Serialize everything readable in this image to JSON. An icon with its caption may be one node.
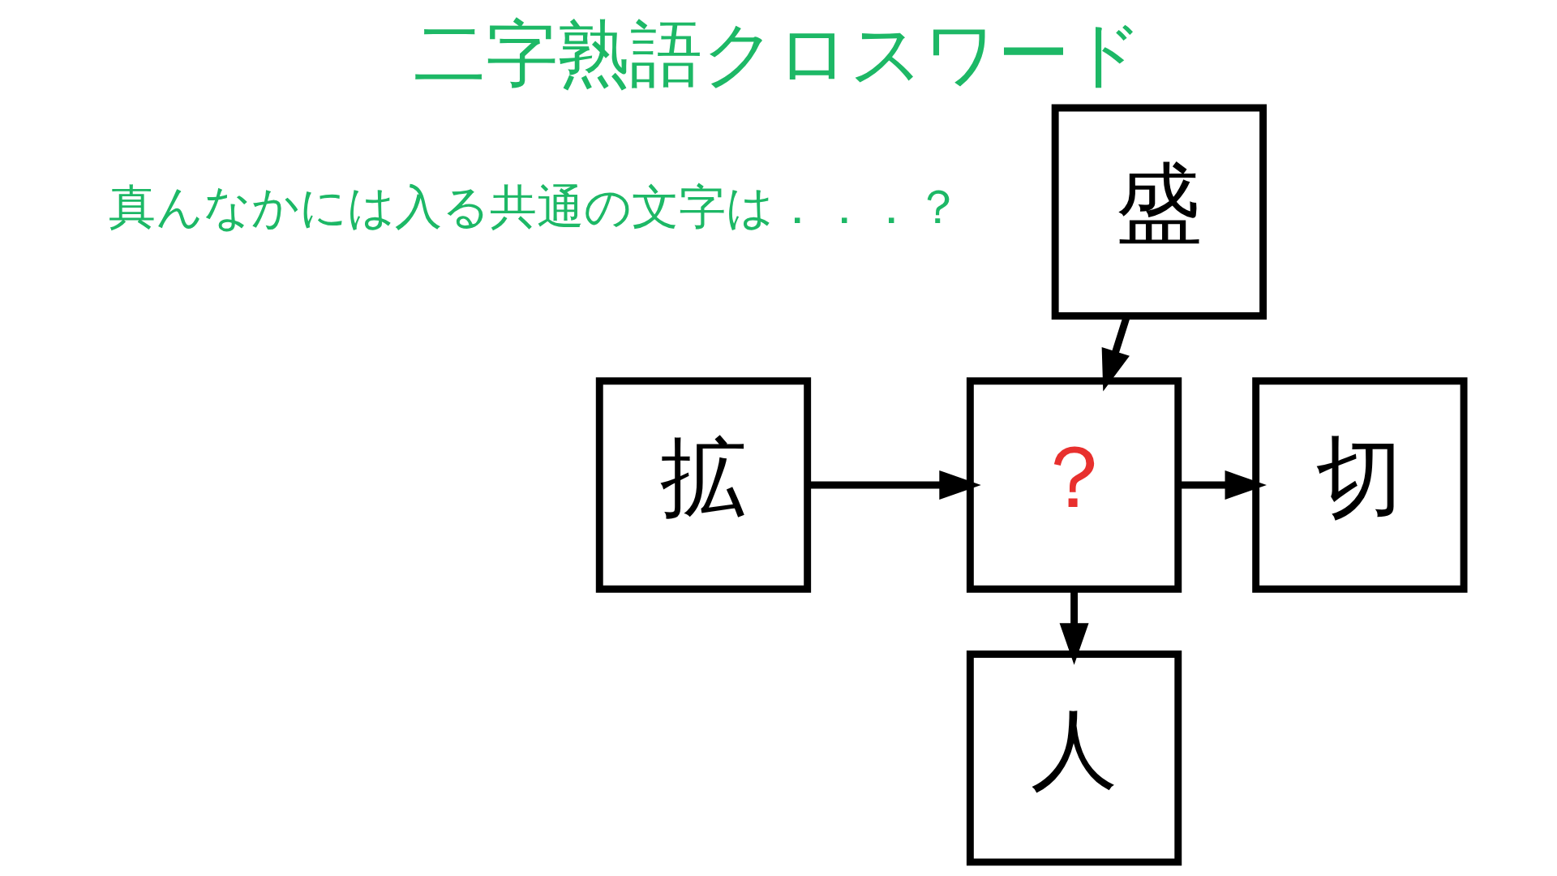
{
  "diagram": {
    "title": "二字熟語クロスワード",
    "nodes": [
      {
        "text": [
          "盛"
        ]
      },
      {
        "text": [
          "拡"
        ]
      },
      {
        "text": [
          "？"
        ]
      },
      {
        "text": [
          "切"
        ]
      },
      {
        "text": [
          "人"
        ]
      }
    ],
    "edges": [
      {
        "from": 0,
        "to": 2,
        "arrow": "to"
      },
      {
        "from": 1,
        "to": 2,
        "arrow": "to"
      },
      {
        "from": 2,
        "to": 3,
        "arrow": "to"
      },
      {
        "from": 2,
        "to": 4,
        "arrow": "to"
      }
    ],
    "labels": [
      "真んなかには入る共通の文字は．．．？"
    ]
  }
}
